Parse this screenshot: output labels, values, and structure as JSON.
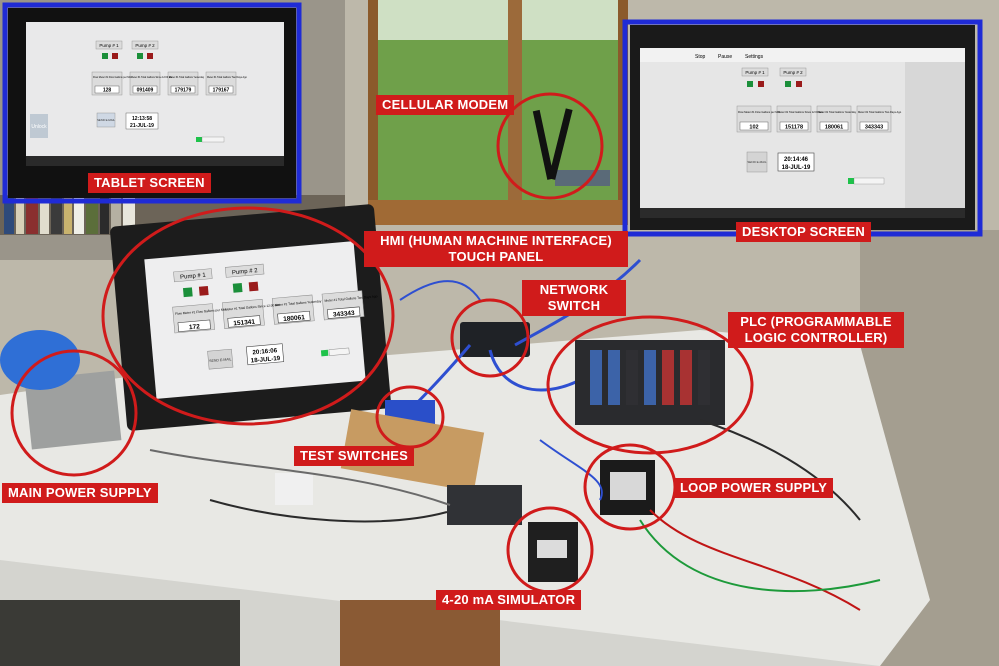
{
  "labels": {
    "tablet_screen": "TABLET SCREEN",
    "cellular_modem": "CELLULAR MODEM",
    "desktop_screen": "DESKTOP SCREEN",
    "hmi_line1": "HMI (HUMAN MACHINE INTERFACE)",
    "hmi_line2": "TOUCH PANEL",
    "network_switch_line1": "NETWORK",
    "network_switch_line2": "SWITCH",
    "plc_line1": "PLC (PROGRAMMABLE",
    "plc_line2": "LOGIC CONTROLLER)",
    "test_switches": "TEST SWITCHES",
    "main_power_supply": "MAIN POWER SUPPLY",
    "loop_power_supply": "LOOP POWER SUPPLY",
    "simulator": "4-20 mA SIMULATOR"
  },
  "hmi_screen": {
    "pump1": "Pump # 1",
    "pump2": "Pump # 2",
    "box1_title": "Flow Meter #1 Flow Gallons per Min.",
    "box2_title": "Meter #1 Total Gallons Since 12:00 am",
    "box3_title": "Meter #1 Total Gallons Yesterday",
    "box4_title": "Meter #1 Total Gallons Two Days Ago",
    "box1_value": "172",
    "box2_value": "151341",
    "box3_value": "180061",
    "box4_value": "343343",
    "send_label": "SEND E-MAIL",
    "time": "20:16:06",
    "date": "18-JUL-19"
  },
  "tablet_screen": {
    "pump1": "Pump # 1",
    "pump2": "Pump # 2",
    "box1_title": "Flow Meter #1 Flow Gallons per Min.",
    "box2_title": "Meter #1 Total Gallons Since 12:00 am",
    "box3_title": "Meter #1 Total Gallons Yesterday",
    "box4_title": "Meter #1 Total Gallons Two Days Ago",
    "box1_value": "128",
    "box2_value": "091409",
    "box3_value": "179179",
    "box4_value": "179167",
    "send_label": "SEND E-MAIL",
    "time": "12:13:58",
    "date": "21-JUL-19",
    "unlock": "Unlock"
  },
  "desktop_screen": {
    "pump1": "Pump # 1",
    "pump2": "Pump # 2",
    "box1_title": "Flow Meter #1 Flow Gallons per Min.",
    "box2_title": "Meter #1 Total Gallons Since 12:00 am",
    "box3_title": "Meter #1 Total Gallons Yesterday",
    "box4_title": "Meter #1 Total Gallons Two Days Ago",
    "box1_value": "102",
    "box2_value": "151178",
    "box3_value": "180061",
    "box4_value": "343343",
    "send_label": "SEND E-MAIL",
    "time": "20:14:46",
    "date": "18-JUL-19",
    "toolbar_stop": "Stop",
    "toolbar_pause": "Pause",
    "toolbar_settings": "Settings"
  },
  "colors": {
    "callout_red": "#d01b1b",
    "desktop_frame": "#1f2bd6",
    "table": "#e8e8e4"
  }
}
